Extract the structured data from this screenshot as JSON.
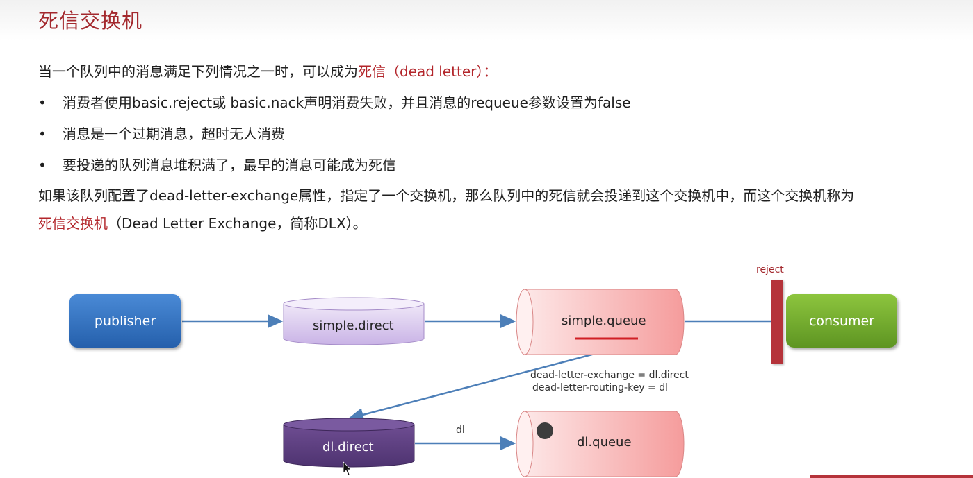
{
  "title": "死信交换机",
  "intro": {
    "prefix": "当一个队列中的消息满足下列情况之一时，可以成为",
    "highlight": "死信",
    "suffix": "（dead letter）："
  },
  "bullets": [
    "消费者使用basic.reject或 basic.nack声明消费失败，并且消息的requeue参数设置为false",
    "消息是一个过期消息，超时无人消费",
    "要投递的队列消息堆积满了，最早的消息可能成为死信"
  ],
  "bullet_symbol": "•",
  "paragraph": {
    "line1": "如果该队列配置了dead-letter-exchange属性，指定了一个交换机，那么队列中的死信就会投递到这个交换机中，而这个交换机称为",
    "highlight": "死信交换机",
    "line2_suffix": "（Dead Letter Exchange，简称DLX）。"
  },
  "diagram": {
    "publisher": "publisher",
    "simple_direct": "simple.direct",
    "simple_queue": "simple.queue",
    "consumer": "consumer",
    "reject": "reject",
    "dl_direct": "dl.direct",
    "dl_queue": "dl.queue",
    "routing_key_label": "dl",
    "config_line1": "dead-letter-exchange = dl.direct",
    "config_line2": "dead-letter-routing-key = dl"
  },
  "colors": {
    "title": "#a3282d",
    "highlight": "#b3262b",
    "publisher": "#2f6fbf",
    "consumer": "#72ab2e",
    "exchange_light": "#d9c6ee",
    "exchange_dark": "#5d3f7f",
    "queue": "#f6b6b6",
    "arrow": "#4d7fb8"
  }
}
